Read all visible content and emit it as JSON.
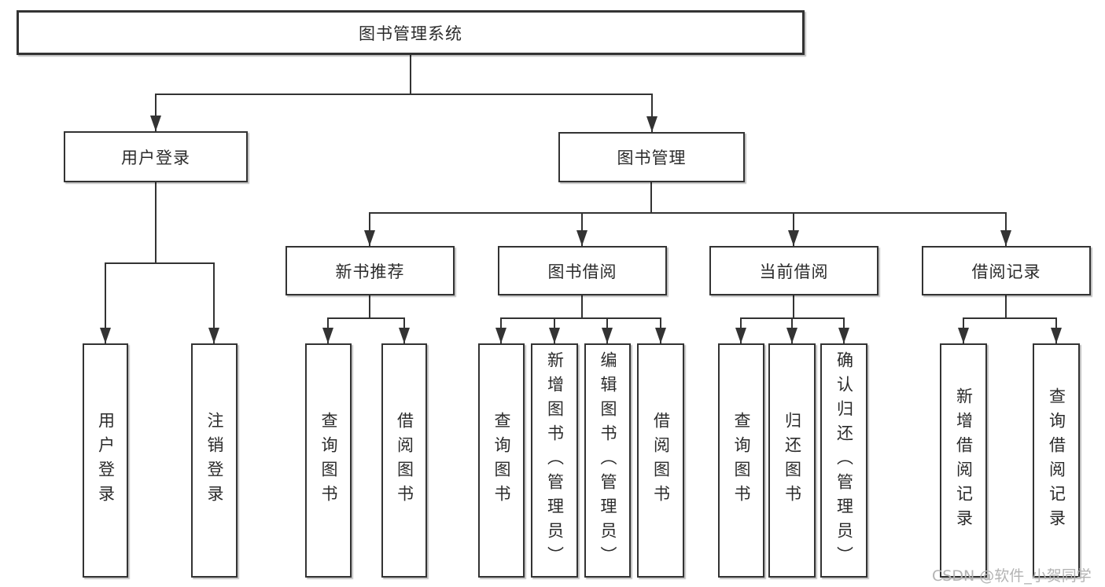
{
  "nodes": {
    "root": "图书管理系统",
    "user_login": "用户登录",
    "book_mgmt": "图书管理",
    "new_book_rec": "新书推荐",
    "book_borrow": "图书借阅",
    "current_borrow": "当前借阅",
    "borrow_record": "借阅记录",
    "leaf_user_login": "用户登录",
    "leaf_logout": "注销登录",
    "leaf_nbr_query": "查询图书",
    "leaf_nbr_borrow": "借阅图书",
    "leaf_bb_query": "查询图书",
    "leaf_bb_add": "新增图书（管理员）",
    "leaf_bb_edit": "编辑图书（管理员）",
    "leaf_bb_borrow": "借阅图书",
    "leaf_cb_query": "查询图书",
    "leaf_cb_return": "归还图书",
    "leaf_cb_confirm": "确认归还（管理员）",
    "leaf_br_add": "新增借阅记录",
    "leaf_br_query": "查询借阅记录"
  },
  "colors": {
    "line": "#333333",
    "text": "#2b2b2b",
    "box_background": "#ffffff",
    "watermark": "#b3b3b3"
  },
  "watermark": "CSDN @软件_小贺同学"
}
